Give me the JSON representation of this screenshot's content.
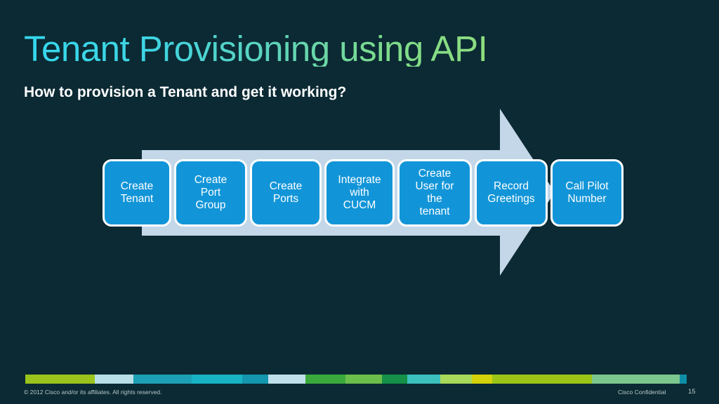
{
  "slide": {
    "title": "Tenant Provisioning using API",
    "subtitle": "How to provision a Tenant and get it working?",
    "background_color": "#0b2a33",
    "title_gradient_start": "#35d8ee",
    "title_gradient_end": "#8fdd7e"
  },
  "diagram": {
    "type": "process-arrow",
    "arrow_color": "#c3d7e8",
    "box_fill": "#1295d8",
    "box_border": "#ffffff",
    "steps": [
      {
        "label": "Create Tenant",
        "lines": [
          "Create",
          "Tenant"
        ]
      },
      {
        "label": "Create Port Group",
        "lines": [
          "Create",
          "Port",
          "Group"
        ]
      },
      {
        "label": "Create Ports",
        "lines": [
          "Create",
          "Ports"
        ]
      },
      {
        "label": "Integrate with CUCM",
        "lines": [
          "Integrate",
          "with",
          "CUCM"
        ]
      },
      {
        "label": "Create User for the tenant",
        "lines": [
          "Create",
          "User for",
          "the",
          "tenant"
        ]
      },
      {
        "label": "Record Greetings",
        "lines": [
          "Record",
          "Greetings"
        ]
      },
      {
        "label": "Call Pilot Number",
        "lines": [
          "Call Pilot",
          "Number"
        ]
      }
    ]
  },
  "footer": {
    "copyright": "© 2012 Cisco and/or its affiliates. All rights reserved.",
    "confidential": "Cisco Confidential",
    "page_number": "15",
    "color_bar": [
      {
        "color": "#9ac31c",
        "width": 118
      },
      {
        "color": "#b9dfe8",
        "width": 66
      },
      {
        "color": "#1ba0b5",
        "width": 100
      },
      {
        "color": "#17b2c4",
        "width": 86
      },
      {
        "color": "#1396ae",
        "width": 44
      },
      {
        "color": "#bfe0ea",
        "width": 64
      },
      {
        "color": "#3aa93c",
        "width": 68
      },
      {
        "color": "#6cbe4a",
        "width": 62
      },
      {
        "color": "#149048",
        "width": 44
      },
      {
        "color": "#3bc0bd",
        "width": 56
      },
      {
        "color": "#a8d95a",
        "width": 54
      },
      {
        "color": "#d4d20a",
        "width": 34
      },
      {
        "color": "#9cc417",
        "width": 170
      },
      {
        "color": "#7cc78e",
        "width": 150
      },
      {
        "color": "#0e8fa8",
        "width": 12
      },
      {
        "color": "#0b2a33",
        "width": 12
      }
    ]
  }
}
